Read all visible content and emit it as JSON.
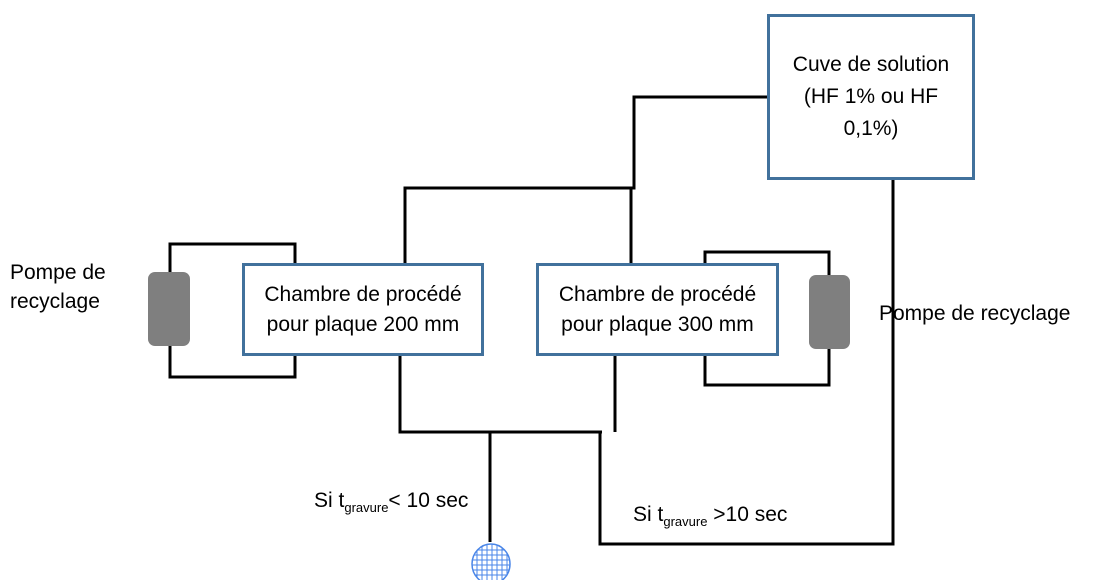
{
  "diagram": {
    "tank": {
      "label": "Cuve de solution\n(HF 1% ou HF\n0,1%)"
    },
    "chamber_200": {
      "label": "Chambre de procédé\npour plaque 200 mm"
    },
    "chamber_300": {
      "label": "Chambre de procédé\npour plaque 300 mm"
    },
    "pump_left": {
      "label": "Pompe de\nrecyclage"
    },
    "pump_right": {
      "label": "Pompe de recyclage"
    },
    "condition_drain": {
      "prefix": "Si t",
      "subscript": "gravure",
      "suffix": "< 10 sec"
    },
    "condition_return": {
      "prefix": "Si t",
      "subscript": "gravure",
      "suffix": " >10 sec"
    }
  },
  "colors": {
    "box_border": "#41719c",
    "pipe": "#000000",
    "pump_fill": "#7f7f7f",
    "drain_icon": "#4a86e8"
  },
  "icons": {
    "pump_left": "pump-icon",
    "pump_right": "pump-icon",
    "drain": "drain-grid-icon"
  }
}
